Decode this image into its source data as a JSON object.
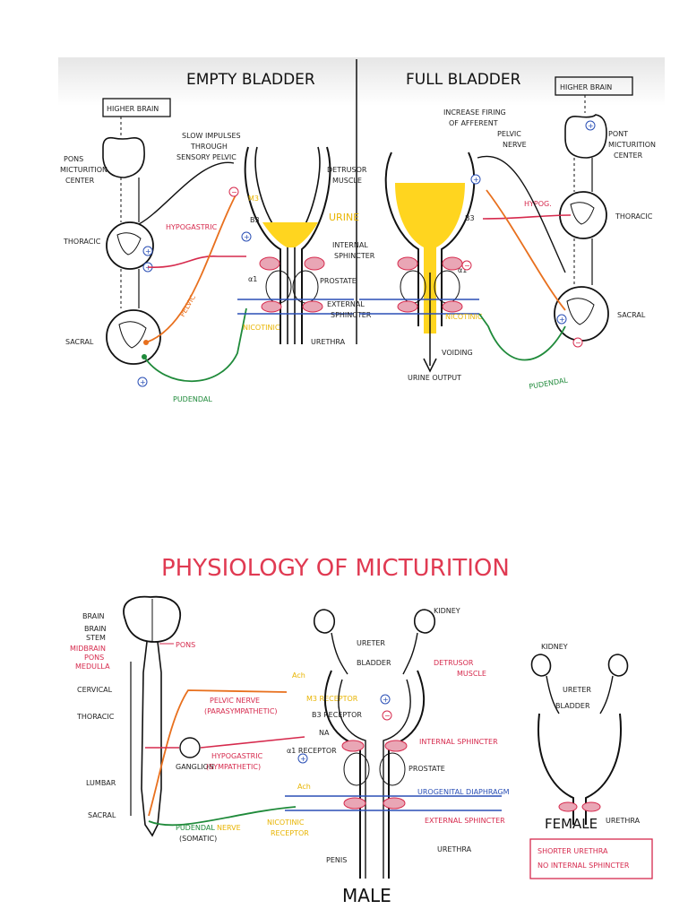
{
  "top": {
    "empty_title": "EMPTY BLADDER",
    "full_title": "FULL BLADDER",
    "left": {
      "higher_brain": "HIGHER BRAIN",
      "pons_1": "PONS",
      "pons_2": "MICTURITION",
      "pons_3": "CENTER",
      "thoracic": "THORACIC",
      "sacral": "SACRAL",
      "slow_1": "SLOW IMPULSES",
      "slow_2": "THROUGH",
      "slow_3": "SENSORY PELVIC",
      "hypogastric": "HYPOGASTRIC",
      "pelvic": "PELVIC",
      "pudendal": "PUDENDAL",
      "nicotinic": "NICOTINIC",
      "m3": "M3",
      "b3": "B3",
      "a1": "α1"
    },
    "center": {
      "detrusor_1": "DETRUSOR",
      "detrusor_2": "MUSCLE",
      "urine": "URINE",
      "internal_1": "INTERNAL",
      "internal_2": "SPHINCTER",
      "prostate": "PROSTATE",
      "external_1": "EXTERNAL",
      "external_2": "SPHINCTER",
      "urethra": "URETHRA",
      "voiding": "VOIDING",
      "urine_output": "URINE OUTPUT"
    },
    "right": {
      "increase_1": "INCREASE FIRING",
      "increase_2": "OF AFFERENT",
      "increase_3": "PELVIC",
      "increase_4": "NERVE",
      "higher_brain": "HIGHER BRAIN",
      "pont_1": "PONT",
      "pont_2": "MICTURITION",
      "pont_3": "CENTER",
      "thoracic": "THORACIC",
      "sacral": "SACRAL",
      "hypog": "HYPOG.",
      "b3": "B3",
      "a1": "α1",
      "nicotinic": "NICOTINIC",
      "pudendal": "PUDENDAL"
    },
    "signs": {
      "plus": "+",
      "minus": "−"
    }
  },
  "bottom": {
    "title": "PHYSIOLOGY OF MICTURITION",
    "brain": "BRAIN",
    "brain_stem_1": "BRAIN",
    "brain_stem_2": "STEM",
    "midbrain": "MIDBRAIN",
    "pons_small": "PONS",
    "medulla": "MEDULLA",
    "pons": "PONS",
    "cervical": "CERVICAL",
    "thoracic": "THORACIC",
    "lumbar": "LUMBAR",
    "sacral": "SACRAL",
    "pelvic_nerve": "PELVIC NERVE",
    "parasympathetic": "(PARASYMPATHETIC)",
    "ach_1": "Ach",
    "m3_receptor": "M3 RECEPTOR",
    "b3_receptor": "B3 RECEPTOR",
    "na": "NA",
    "ganglion": "GANGLION",
    "hypogastric": "HYPOGASTRIC",
    "sympathetic": "(SYMPATHETIC)",
    "a1_receptor": "α1 RECEPTOR",
    "ach_2": "Ach",
    "pudendal": "PUDENDAL",
    "nerve": "NERVE",
    "somatic": "(SOMATIC)",
    "nicotinic_1": "NICOTINIC",
    "nicotinic_2": "RECEPTOR",
    "kidney_male": "KIDNEY",
    "ureter_male": "URETER",
    "bladder_male": "BLADDER",
    "detrusor_1": "DETRUSOR",
    "detrusor_2": "MUSCLE",
    "internal_sphincter": "INTERNAL SPHINCTER",
    "prostate": "PROSTATE",
    "urogenital": "UROGENITAL DIAPHRAGM",
    "external_sphincter": "EXTERNAL SPHINCTER",
    "urethra": "URETHRA",
    "penis": "PENIS",
    "male": "MALE",
    "kidney_female": "KIDNEY",
    "ureter_female": "URETER",
    "bladder_female": "BLADDER",
    "female": "FEMALE",
    "urethra_female": "URETHRA",
    "note_1": "SHORTER URETHRA",
    "note_2": "NO INTERNAL SPHINCTER"
  },
  "colors": {
    "red": "#d62a4d",
    "yellow": "#ffd51f",
    "green": "#1f8a3a",
    "orange": "#e8701e",
    "blue": "#2a4fb5",
    "black": "#111111"
  }
}
